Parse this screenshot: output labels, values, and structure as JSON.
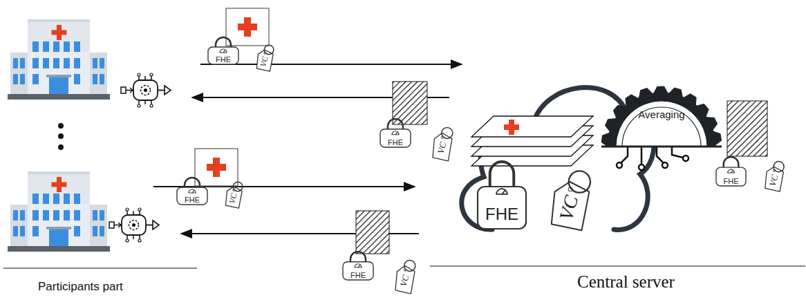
{
  "diagram": {
    "nodes": [
      {
        "text": [
          "FHE"
        ]
      },
      {
        "text": [
          "VC"
        ]
      },
      {
        "text": [
          "Averaging"
        ]
      },
      {
        "text": [
          "FHE"
        ]
      },
      {
        "text": [
          "VC"
        ]
      },
      {
        "text": [
          "FHE"
        ]
      },
      {
        "text": [
          "VC"
        ]
      },
      {
        "text": [
          "FHE"
        ]
      },
      {
        "text": [
          "VC"
        ]
      },
      {
        "text": [
          "FHE"
        ]
      },
      {
        "text": [
          "VC"
        ]
      },
      {
        "text": [
          "FHE"
        ]
      },
      {
        "text": [
          "VC"
        ]
      }
    ],
    "labels": [
      "Participants part",
      "Central server"
    ]
  }
}
